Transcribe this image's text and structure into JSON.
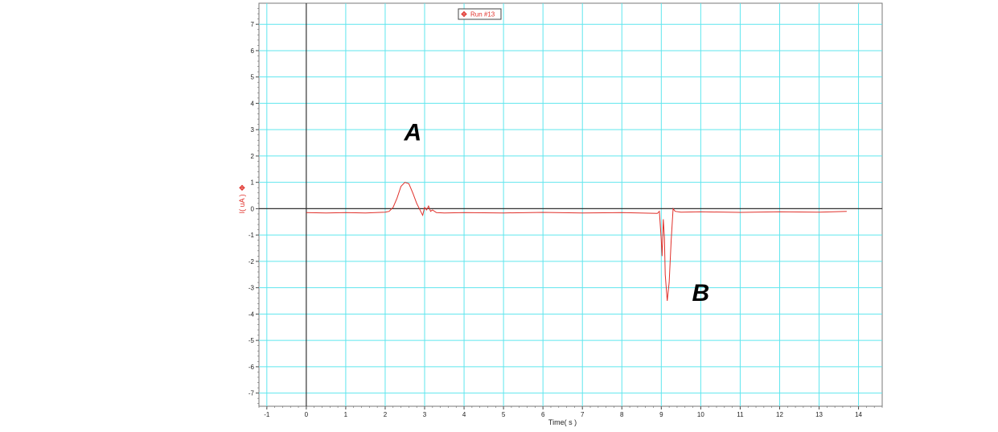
{
  "chart_data": {
    "type": "line",
    "xlabel": "Time( s )",
    "ylabel": "I( uA )",
    "xlim": [
      -1.2,
      14.6
    ],
    "ylim": [
      -7.5,
      7.8
    ],
    "xticks": [
      -1,
      0,
      1,
      2,
      3,
      4,
      5,
      6,
      7,
      8,
      9,
      10,
      11,
      12,
      13,
      14
    ],
    "yticks": [
      7,
      6,
      5,
      4,
      3,
      2,
      1,
      0,
      -1,
      -2,
      -3,
      -4,
      -5,
      -6,
      -7
    ],
    "grid": true,
    "grid_color": "#5fe6ee",
    "series_color": "#e0302a",
    "legend": {
      "label": "Run #13",
      "placement": "top"
    },
    "annotations": [
      {
        "text": "A",
        "x": 2.7,
        "y": 2.6
      },
      {
        "text": "B",
        "x": 10.0,
        "y": -3.5
      }
    ],
    "series": [
      {
        "name": "Run #13",
        "x": [
          0,
          0.5,
          1.0,
          1.5,
          2.0,
          2.1,
          2.2,
          2.3,
          2.4,
          2.5,
          2.6,
          2.7,
          2.8,
          2.9,
          2.95,
          3.0,
          3.05,
          3.1,
          3.15,
          3.2,
          3.3,
          3.5,
          4.0,
          5.0,
          6.0,
          7.0,
          8.0,
          8.9,
          8.95,
          9.0,
          9.02,
          9.05,
          9.08,
          9.1,
          9.15,
          9.2,
          9.25,
          9.3,
          9.35,
          9.5,
          10.0,
          11.0,
          12.0,
          13.0,
          13.7
        ],
        "y": [
          -0.15,
          -0.16,
          -0.15,
          -0.16,
          -0.13,
          -0.1,
          0.05,
          0.4,
          0.85,
          1.0,
          0.95,
          0.6,
          0.2,
          -0.1,
          -0.25,
          0.05,
          -0.05,
          0.1,
          -0.1,
          -0.05,
          -0.15,
          -0.16,
          -0.15,
          -0.16,
          -0.14,
          -0.16,
          -0.15,
          -0.18,
          -0.1,
          -1.2,
          -1.8,
          -0.4,
          -1.1,
          -2.5,
          -3.5,
          -2.8,
          -1.2,
          0.0,
          -0.1,
          -0.13,
          -0.12,
          -0.14,
          -0.12,
          -0.13,
          -0.1
        ]
      }
    ]
  }
}
